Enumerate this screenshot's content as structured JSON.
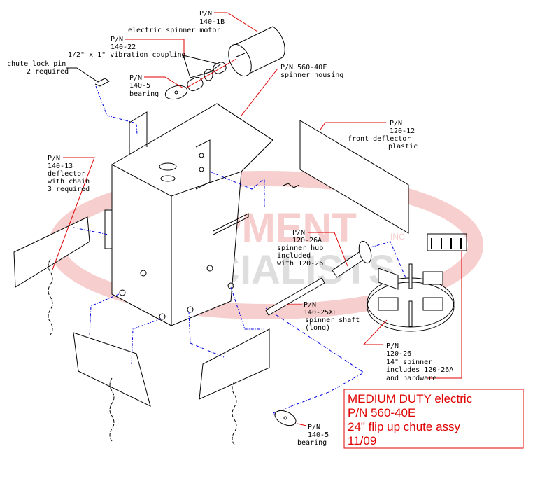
{
  "watermark": {
    "line1": "EQUIPMENT",
    "line2": "SPECIALISTS",
    "suffix": "INC",
    "color": "#e88080"
  },
  "callouts": {
    "motor": {
      "pn": "P/N",
      "num": "140-1B",
      "desc": "electric spinner motor"
    },
    "coupling": {
      "pn": "P/N",
      "num": "140-22",
      "desc": "1/2\" x 1\" vibration coupling"
    },
    "chute_pin": {
      "desc1": "chute lock pin",
      "desc2": "2 required"
    },
    "bearing_top": {
      "pn": "P/N",
      "num": "140-5",
      "desc": "bearing"
    },
    "housing": {
      "pn": "P/N 560-40F",
      "desc": "spinner housing"
    },
    "front_deflector": {
      "pn": "P/N",
      "num": "120-12",
      "desc1": "front deflector",
      "desc2": "plastic"
    },
    "deflector": {
      "pn": "P/N",
      "num": "140-13",
      "desc1": "deflector",
      "desc2": "with chain",
      "desc3": "3 required"
    },
    "hub": {
      "pn": "P/N",
      "num": "120-26A",
      "desc1": "spinner hub",
      "desc2": "included",
      "desc3": "with 120-26"
    },
    "shaft": {
      "pn": "P/N",
      "num": "140-25XL",
      "desc1": "spinner shaft",
      "desc2": "(long)"
    },
    "spinner": {
      "pn": "P/N",
      "num": "120-26",
      "desc1": "14\" spinner",
      "desc2": "includes 120-26A",
      "desc3": "and hardware"
    },
    "bearing_bottom": {
      "pn": "P/N",
      "num": "140-5",
      "desc": "bearing"
    }
  },
  "title_block": {
    "line1": "MEDIUM DUTY electric",
    "line2": "P/N 560-40E",
    "line3": "24\" flip up chute assy",
    "line4": "11/09",
    "color": "#e00000"
  }
}
